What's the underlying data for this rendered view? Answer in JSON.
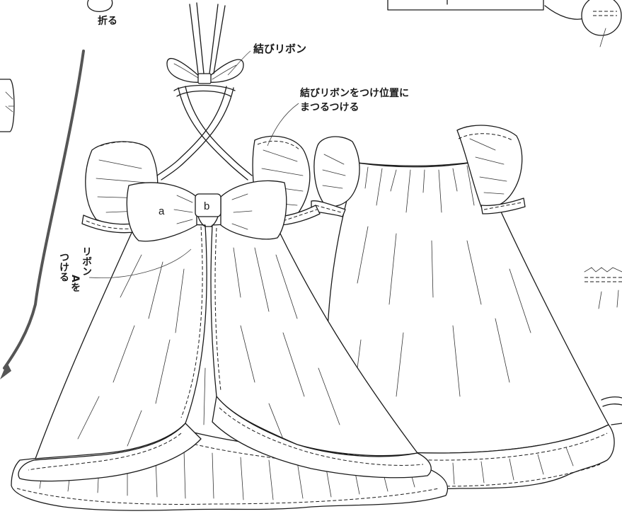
{
  "labels": {
    "fold": "折る",
    "tie_ribbon": "結びリボン",
    "attach_line1": "結びリボンをつけ位置に",
    "attach_line2": "まつるつける",
    "ribbon_a_col1": "リボン",
    "ribbon_a_col2": "Aを",
    "ribbon_a_col3": "つける",
    "bow_a": "a",
    "bow_b": "b"
  },
  "colors": {
    "line": "#1a1a1a",
    "background": "#ffffff",
    "arrow": "#555555"
  }
}
